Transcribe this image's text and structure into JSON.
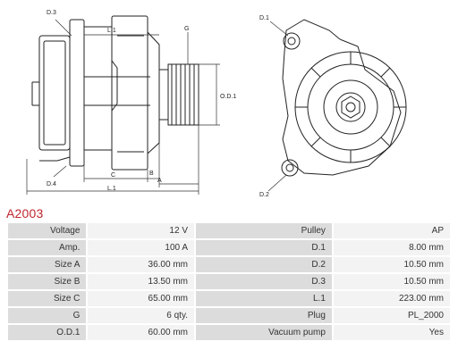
{
  "drawing": {
    "labels": {
      "d3": "D.3",
      "g": "G",
      "l1_top": "L.1",
      "od1": "O.D.1",
      "d4": "D.4",
      "c": "C",
      "b": "B",
      "a": "A",
      "l1_bottom": "L.1",
      "d1": "D.1",
      "d2": "D.2"
    }
  },
  "part_number": "A2003",
  "specs": [
    {
      "k1": "Voltage",
      "v1": "12 V",
      "k2": "Pulley",
      "v2": "AP"
    },
    {
      "k1": "Amp.",
      "v1": "100 A",
      "k2": "D.1",
      "v2": "8.00 mm"
    },
    {
      "k1": "Size A",
      "v1": "36.00 mm",
      "k2": "D.2",
      "v2": "10.50 mm"
    },
    {
      "k1": "Size B",
      "v1": "13.50 mm",
      "k2": "D.3",
      "v2": "10.50 mm"
    },
    {
      "k1": "Size C",
      "v1": "65.00 mm",
      "k2": "L.1",
      "v2": "223.00 mm"
    },
    {
      "k1": "G",
      "v1": "6 qty.",
      "k2": "Plug",
      "v2": "PL_2000"
    },
    {
      "k1": "O.D.1",
      "v1": "60.00 mm",
      "k2": "Vacuum pump",
      "v2": "Yes"
    }
  ]
}
